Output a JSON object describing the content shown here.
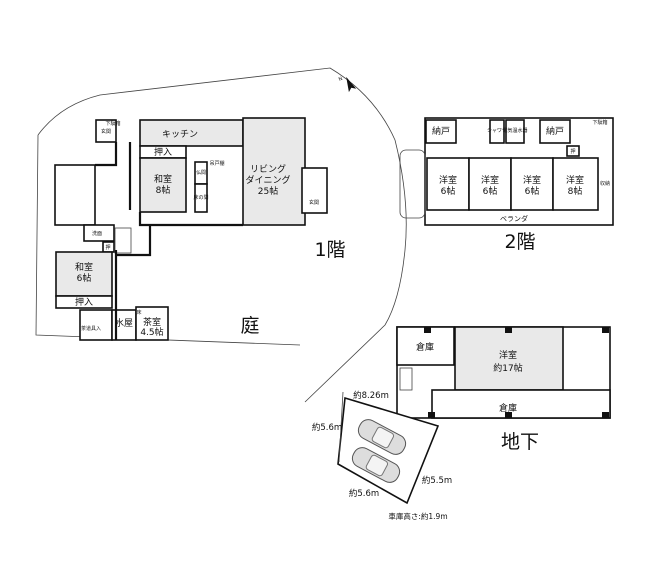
{
  "floor1": {
    "label": "1階",
    "garden": "庭",
    "rooms": {
      "kitchen": "キッチン",
      "entrance_back": "玄関",
      "shoe_box": "下駄箱",
      "closet_8": "押入",
      "washitsu8_name": "和室",
      "washitsu8_size": "8帖",
      "butsuma": "仏間",
      "tokonoma": "床の間",
      "storage_small": "吊戸棚",
      "living_name1": "リビング",
      "living_name2": "ダイニング",
      "living_size": "25帖",
      "entrance_main": "玄関",
      "washroom": "洗面",
      "oshi": "押",
      "washitsu6_name": "和室",
      "washitsu6_size": "6帖",
      "closet_6": "押入",
      "tea_tools": "茶道具入",
      "mizuya": "水屋",
      "tea_room_name": "茶室",
      "tea_room_size": "4.5帖",
      "toko": "床"
    }
  },
  "floor2": {
    "label": "2階",
    "rooms": {
      "storage1": "納戸",
      "storage2": "納戸",
      "shower": "シャワー",
      "water_heater": "電気温水器",
      "shoe_box": "下駄箱",
      "oshi": "押",
      "closet": "収納",
      "room1_name": "洋室",
      "room1_size": "6帖",
      "room2_name": "洋室",
      "room2_size": "6帖",
      "room3_name": "洋室",
      "room3_size": "6帖",
      "room4_name": "洋室",
      "room4_size": "8帖",
      "veranda": "ベランダ"
    }
  },
  "basement": {
    "label": "地下",
    "rooms": {
      "storage_small": "倉庫",
      "western_name": "洋室",
      "western_size": "約17帖",
      "storage_large": "倉庫"
    },
    "garage": {
      "dim_top": "約8.26m",
      "dim_left": "約5.6m",
      "dim_right": "約5.5m",
      "dim_bottom": "約5.6m",
      "height_note": "車庫高さ:約1.9m"
    }
  },
  "compass": {
    "label": "N"
  }
}
